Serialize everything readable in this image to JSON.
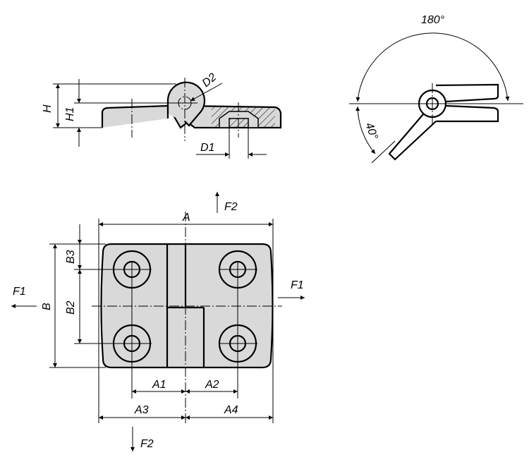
{
  "side_view": {
    "H": "H",
    "H1": "H1",
    "D1": "D1",
    "D2": "D2"
  },
  "rotation_view": {
    "angle_open": "180°",
    "angle_close": "40°"
  },
  "plan_view": {
    "A": "A",
    "B": "B",
    "B2": "B2",
    "B3": "B3",
    "A1": "A1",
    "A2": "A2",
    "A3": "A3",
    "A4": "A4",
    "F1_left": "F1",
    "F1_right": "F1",
    "F2_top": "F2",
    "F2_bottom": "F2"
  }
}
